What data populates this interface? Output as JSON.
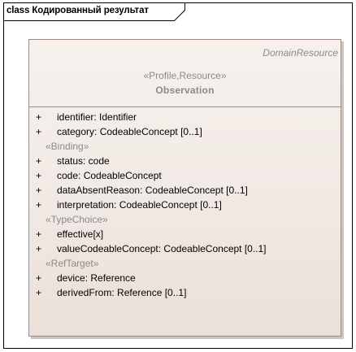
{
  "frame": {
    "keyword": "class",
    "name": "Кодированный результат"
  },
  "class_box": {
    "parent": "DomainResource",
    "stereotype": "«Profile,Resource»",
    "name": "Observation",
    "groups": [
      {
        "label": "",
        "attributes": [
          {
            "visibility": "+",
            "text": "identifier: Identifier"
          },
          {
            "visibility": "+",
            "text": "category: CodeableConcept [0..1]"
          }
        ]
      },
      {
        "label": "«Binding»",
        "attributes": [
          {
            "visibility": "+",
            "text": "status: code"
          },
          {
            "visibility": "+",
            "text": "code: CodeableConcept"
          },
          {
            "visibility": "+",
            "text": "dataAbsentReason: CodeableConcept [0..1]"
          },
          {
            "visibility": "+",
            "text": "interpretation: CodeableConcept [0..1]"
          }
        ]
      },
      {
        "label": "«TypeChoice»",
        "attributes": [
          {
            "visibility": "+",
            "text": "effective[x]"
          },
          {
            "visibility": "+",
            "text": "valueCodeableConcept: CodeableConcept [0..1]"
          }
        ]
      },
      {
        "label": "«RefTarget»",
        "attributes": [
          {
            "visibility": "+",
            "text": "device: Reference"
          },
          {
            "visibility": "+",
            "text": "derivedFrom: Reference [0..1]"
          }
        ]
      }
    ]
  },
  "colors": {
    "box_border": "#a08c80",
    "box_fill_top": "#f6f1ed",
    "box_fill_bottom": "#ebe0d9",
    "muted_text": "#8a8a8a",
    "text": "#000000"
  }
}
